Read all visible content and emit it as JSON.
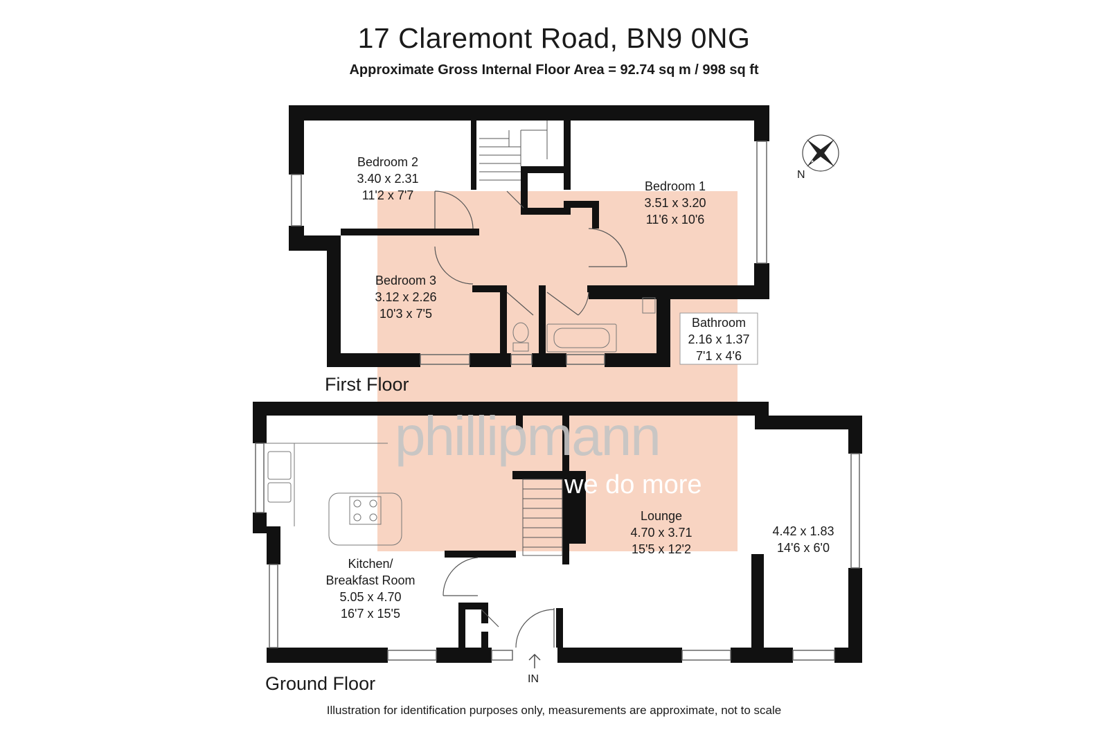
{
  "header": {
    "title": "17 Claremont Road, BN9 0NG",
    "subtitle": "Approximate Gross Internal Floor Area = 92.74 sq m / 998 sq ft"
  },
  "floors": {
    "first": "First Floor",
    "ground": "Ground Floor"
  },
  "rooms": {
    "bedroom2": {
      "name": "Bedroom 2",
      "metric": "3.40 x 2.31",
      "imperial": "11'2 x 7'7"
    },
    "bedroom1": {
      "name": "Bedroom 1",
      "metric": "3.51 x 3.20",
      "imperial": "11'6 x 10'6"
    },
    "bedroom3": {
      "name": "Bedroom 3",
      "metric": "3.12 x 2.26",
      "imperial": "10'3 x 7'5"
    },
    "bathroom": {
      "name": "Bathroom",
      "metric": "2.16 x 1.37",
      "imperial": "7'1 x 4'6"
    },
    "kitchen": {
      "name_line1": "Kitchen/",
      "name_line2": "Breakfast Room",
      "metric": "5.05 x 4.70",
      "imperial": "16'7 x 15'5"
    },
    "lounge": {
      "name": "Lounge",
      "metric": "4.70 x 3.71",
      "imperial": "15'5 x 12'2"
    },
    "extension": {
      "metric": "4.42 x 1.83",
      "imperial": "14'6 x 6'0"
    }
  },
  "entrance_label": "IN",
  "north_label": "N",
  "watermark": {
    "brand": "phillipmann",
    "tagline": "we do more"
  },
  "footer": "Illustration for identification purposes only, measurements are approximate, not to scale",
  "colors": {
    "wall": "#111111",
    "watermark_fill": "#f5c6ad",
    "watermark_text": "#c5c5c5",
    "watermark_tagline": "#ffffff"
  }
}
